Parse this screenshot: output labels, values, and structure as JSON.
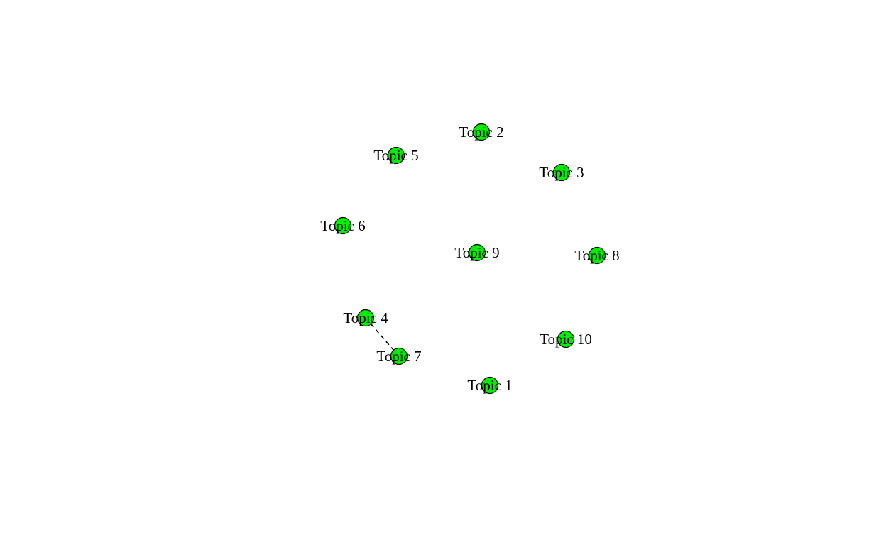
{
  "graph": {
    "node_color": "#00ee00",
    "edge_style": "dashed",
    "nodes": [
      {
        "id": "t1",
        "label": "Topic 1"
      },
      {
        "id": "t2",
        "label": "Topic 2"
      },
      {
        "id": "t3",
        "label": "Topic 3"
      },
      {
        "id": "t4",
        "label": "Topic 4"
      },
      {
        "id": "t5",
        "label": "Topic 5"
      },
      {
        "id": "t6",
        "label": "Topic 6"
      },
      {
        "id": "t7",
        "label": "Topic 7"
      },
      {
        "id": "t8",
        "label": "Topic 8"
      },
      {
        "id": "t9",
        "label": "Topic 9"
      },
      {
        "id": "t10",
        "label": "Topic 10"
      }
    ],
    "edges": [
      {
        "from": "t4",
        "to": "t7"
      }
    ]
  }
}
